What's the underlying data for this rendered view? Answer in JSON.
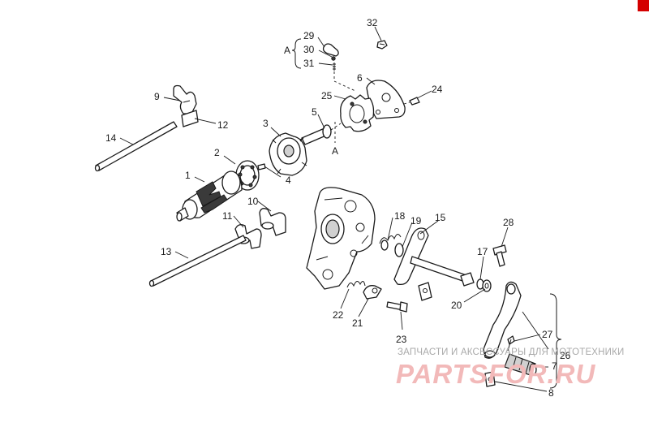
{
  "diagram": {
    "group_marker": "A",
    "callouts": [
      "1",
      "2",
      "3",
      "4",
      "5",
      "6",
      "7",
      "8",
      "9",
      "10",
      "11",
      "12",
      "13",
      "14",
      "15",
      "17",
      "18",
      "19",
      "20",
      "21",
      "22",
      "23",
      "24",
      "25",
      "26",
      "27",
      "28",
      "29",
      "30",
      "31",
      "32"
    ],
    "watermark": {
      "caption": "ЗАПЧАСТИ И АКСЕССУАРЫ ДЛЯ МОТОТЕХНИКИ",
      "logo_text": "PARTSFOR.RU"
    },
    "colors": {
      "accent": "#d40000",
      "line": "#1a1a1a",
      "watermark_logo": "#f2b9b9"
    }
  }
}
